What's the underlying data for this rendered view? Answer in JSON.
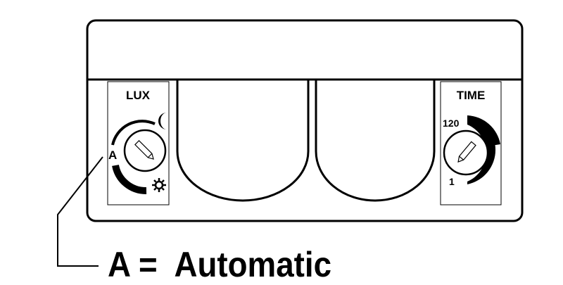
{
  "lux_panel": {
    "title": "LUX",
    "automatic_mark": "A",
    "icons": [
      "moon-icon",
      "sun-icon",
      "pencil-icon"
    ]
  },
  "time_panel": {
    "title": "TIME",
    "max_label": "120",
    "min_label": "1",
    "icons": [
      "pencil-icon"
    ]
  },
  "legend": {
    "text": "A =  Automatic"
  },
  "colors": {
    "line": "#000000",
    "background": "#ffffff"
  }
}
